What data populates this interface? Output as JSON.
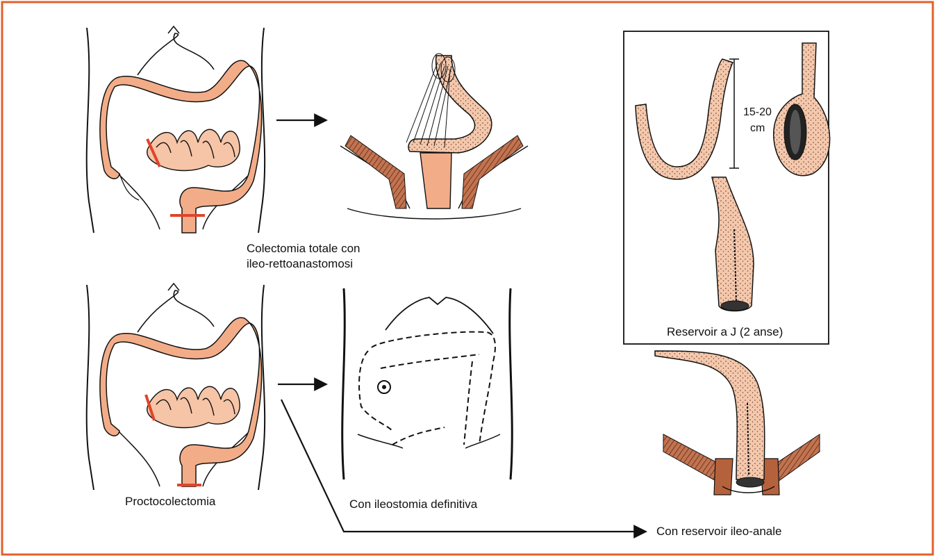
{
  "labels": {
    "colectomy_line1": "Colectomia totale con",
    "colectomy_line2": "ileo-rettoanastomosi",
    "proctocolectomy": "Proctocolectomia",
    "ileostomy": "Con ileostomia definitiva",
    "pouch_anal": "Con reservoir ileo-anale",
    "reservoir_caption": "Reservoir a J (2 anse)",
    "measure_value": "15-20",
    "measure_unit": "cm"
  },
  "colors": {
    "frame": "#e0612a",
    "colon_fill": "#f2ad88",
    "cut_mark": "#e0442a",
    "muscle": "#b5623c",
    "ink": "#111111"
  }
}
